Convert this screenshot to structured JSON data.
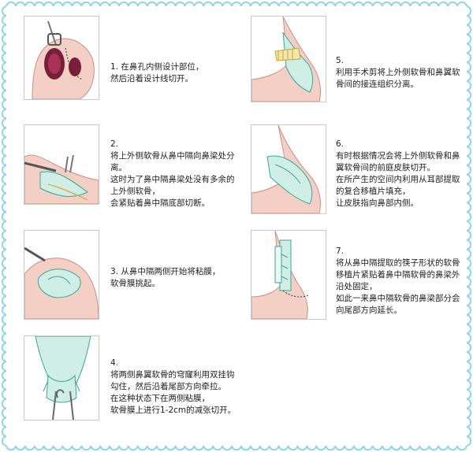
{
  "border_color": "#8fd3ef",
  "illustration_colors": {
    "skin": "#f3cfc6",
    "cartilage": "#cfeee6",
    "cartilage_stroke": "#3aa796",
    "nostril": "#7a1f3a"
  },
  "steps": [
    {
      "number": "1.",
      "lines": [
        "在鼻孔内侧设计部位，",
        "然后沿着设计线切开。"
      ]
    },
    {
      "number": "2.",
      "lines": [
        "将上外侧软骨从鼻中隔向鼻梁处分",
        "离。",
        "这时为了鼻中隔鼻梁处没有多余的",
        "上外侧软骨，",
        "会紧贴着鼻中隔底部切断。"
      ]
    },
    {
      "number": "3.",
      "lines": [
        "从鼻中隔两侧开始将粘膜，",
        "软骨膜挑起。"
      ]
    },
    {
      "number": "4.",
      "lines": [
        "将两侧鼻翼软骨的穹窿利用双挂钩",
        "勾住，然后沿着尾部方向牵拉。",
        "在这种状态下在两侧粘膜，",
        "软骨膜上进行1-2cm的减张切开。"
      ]
    },
    {
      "number": "5.",
      "lines": [
        "利用手术剪将上外侧软骨和鼻翼软",
        "骨间的接连组织分离。"
      ]
    },
    {
      "number": "6.",
      "lines": [
        "有时根据情况会将上外侧软骨和鼻",
        "翼软骨间的前庭皮肤切开。",
        "在所产生的空间内利用从耳部提取",
        "的复合移植片填充，",
        "让皮肤指向鼻部内侧。"
      ]
    },
    {
      "number": "7.",
      "lines": [
        "将从鼻中隔提取的筷子形状的软骨",
        "移植片紧贴着鼻中隔软骨的鼻梁外",
        "沿处固定，",
        "如此一来鼻中隔软骨的鼻梁部分会",
        "向尾部方向延长。"
      ]
    }
  ]
}
